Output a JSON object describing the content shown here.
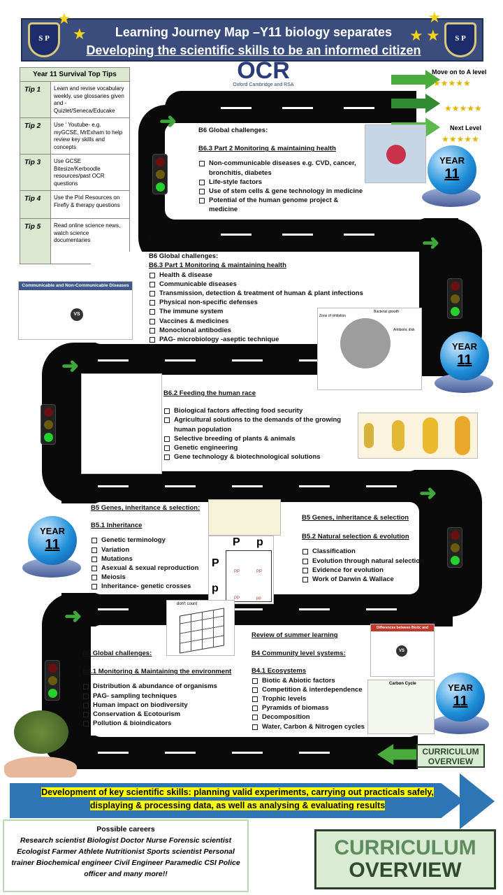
{
  "header": {
    "title": "Learning Journey Map –Y11 biology separates",
    "subtitle": "Developing the scientific skills to be an informed citizen",
    "badge_text": "S P"
  },
  "tips": {
    "heading": "Year 11 Survival Top Tips",
    "items": [
      {
        "label": "Tip 1",
        "text": "Learn and revise vocabulary weekly, use glossaries given and - Quizlet/Seneca/Educake"
      },
      {
        "label": "Tip 2",
        "text": "Use ‘ Youtube- e.g. myGCSE, MrExham to help review key skills and concepts"
      },
      {
        "label": "Tip 3",
        "text": "Use GCSE Bitesize/Kerboodle resources/past OCR questions"
      },
      {
        "label": "Tip 4",
        "text": "Use the Pixl Resources on Firefly & therapy questions"
      },
      {
        "label": "Tip 5",
        "text": "Read online science news, watch science documentaries"
      }
    ]
  },
  "ocr": {
    "logo": "OCR",
    "tagline": "Oxford Cambridge and RSA"
  },
  "levels": {
    "top": "Move on to  A level",
    "mid": "",
    "bottom": "Next Level",
    "stars": "★★★★★"
  },
  "year_badge": {
    "year": "YEAR",
    "number": "11"
  },
  "section_a": {
    "heading": "B6 Global challenges:",
    "sub": "B6.3 Part 2 Monitoring & maintaining health",
    "items": [
      "Non-communicable diseases e.g. CVD, cancer, bronchitis, diabetes",
      "Life-style factors",
      "Use of stem cells & gene technology in medicine",
      "Potential of the human genome project & medicine"
    ]
  },
  "section_b": {
    "colon": ":",
    "heading": "B6 Global challenges:",
    "sub": "B6.3 Part 1 Monitoring & maintaining health",
    "items": [
      "Health & disease",
      "Communicable diseases",
      "Transmission,  detection & treatment of human & plant infections",
      "Physical non-specific defenses",
      "The immune system",
      "Vaccines & medicines",
      "Monoclonal antibodies",
      "PAG- microbiology -aseptic technique"
    ]
  },
  "section_c": {
    "heading": "B6.2 Feeding the human race",
    "items": [
      "Biological factors affecting food security",
      "Agricultural solutions to the demands  of the growing human population",
      "Selective breeding of plants & animals",
      "Genetic engineering",
      "Gene technology & biotechnological solutions"
    ]
  },
  "section_d": {
    "heading": "B5 Genes, inheritance & selection:",
    "sub": "B5.1 Inheritance",
    "items": [
      "Genetic terminology",
      "Variation",
      "Mutations",
      "Asexual & sexual reproduction",
      "Meiosis",
      "Inheritance- genetic crosses"
    ]
  },
  "section_e": {
    "heading": "B5 Genes, inheritance & selection",
    "sub": "B5.2 Natural selection & evolution",
    "items": [
      "Classification",
      "Evolution through natural selection",
      "Evidence for evolution",
      "Work of Darwin & Wallace"
    ]
  },
  "section_f": {
    "heading": "B6 Global challenges:",
    "sub": "B6.1 Monitoring & Maintaining the environment",
    "items": [
      "Distribution & abundance of organisms",
      "PAG- sampling techniques",
      "Human impact on biodiversity",
      "Conservation & Ecotourism",
      "Pollution & bioindicators"
    ]
  },
  "section_g": {
    "review": "Review of summer learning",
    "heading": "B4 Community level systems:",
    "sub": "B4.1 Ecosystems",
    "items": [
      "Biotic & Abiotic factors",
      "Competition & interdependence",
      "Trophic levels",
      "Pyramids of biomass",
      "Decomposition",
      "Water, Carbon & Nitrogen cycles"
    ]
  },
  "images": {
    "disease_title": "Communicable and Non-Communicable Diseases",
    "vs": "VS",
    "biotic_title": "Differences between Biotic and Abiotic Factors",
    "carbon_title": "Carbon Cycle",
    "dont_count": "don't count",
    "punnett": {
      "top1": "P",
      "top2": "p",
      "left1": "P",
      "left2": "p",
      "cells": [
        "PP",
        "PP",
        "PP",
        "pp"
      ]
    },
    "zones": [
      "Bacterial growth",
      "Zone of inhibition",
      "Antibiotic disk"
    ]
  },
  "curriculum_small": {
    "line1": "CURRICULUM",
    "line2": "OVERVIEW"
  },
  "skills": "Development of key scientific skills: planning valid experiments, carrying out practicals safely, displaying & processing data, as well as analysing & evaluating results",
  "careers": {
    "title": "Possible careers",
    "text": "Research scientist  Biologist  Doctor  Nurse  Forensic scientist  Ecologist  Farmer  Athlete  Nutritionist  Sports scientist  Personal trainer  Biochemical engineer  Civil Engineer  Paramedic  CSI  Police officer  and many more!!"
  },
  "curriculum_big": {
    "line1": "CURRICULUM",
    "line2": "OVERVIEW"
  },
  "colors": {
    "road": "#0a0a0a",
    "header": "#3a4d7c",
    "arrow": "#3fa83a",
    "skills_arrow": "#2e75b6",
    "skills_text": "#ffff00"
  }
}
